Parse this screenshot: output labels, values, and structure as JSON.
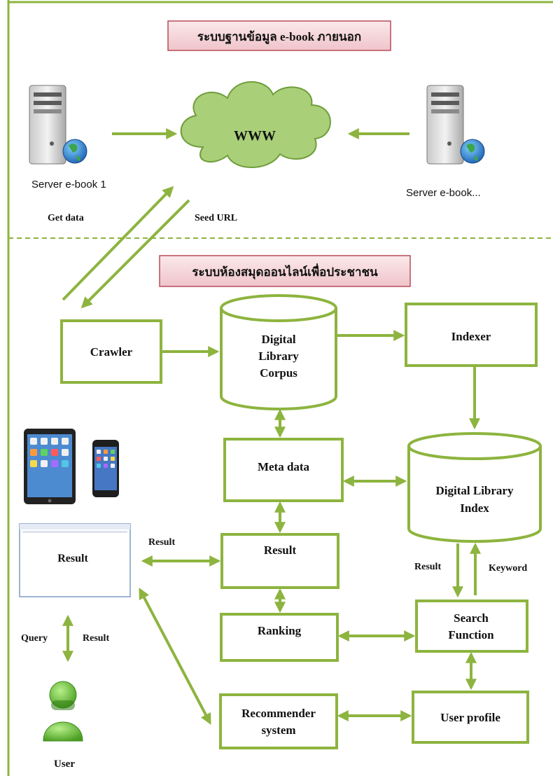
{
  "colors": {
    "green": "#8db43f",
    "cloud": "#a9d079",
    "cloud_edge": "#6f9d3b",
    "banner_fill": "#f4d6da",
    "banner_edge": "#b94b58"
  },
  "banners": {
    "external": "ระบบฐานข้อมูล e-book ภายนอก",
    "library": "ระบบห้องสมุดออนไลน์เพื่อประชาชน"
  },
  "servers": {
    "server1": "Server e-book 1",
    "server2": "Server e-book..."
  },
  "cloud_label": "WWW",
  "labels": {
    "get_data": "Get data",
    "seed_url": "Seed URL",
    "result_to_screen": "Result",
    "result_from_index": "Result",
    "keyword": "Keyword",
    "query": "Query",
    "result_user": "Result",
    "user": "User"
  },
  "nodes": {
    "crawler": "Crawler",
    "corpus": [
      "Digital",
      "Library",
      "Corpus"
    ],
    "indexer": "Indexer",
    "meta": "Meta data",
    "index": [
      "Digital Library",
      "Index"
    ],
    "result": "Result",
    "screen_result": "Result",
    "ranking": "Ranking",
    "search": [
      "Search",
      "Function"
    ],
    "recommender": [
      "Recommender",
      "system"
    ],
    "profile": "User profile"
  },
  "icons": {
    "server1": "server-globe-icon",
    "server2": "server-globe-icon",
    "cloud": "cloud-icon",
    "tablet": "tablet-icon",
    "phone": "phone-icon",
    "screen": "browser-window-icon",
    "user": "user-icon"
  }
}
